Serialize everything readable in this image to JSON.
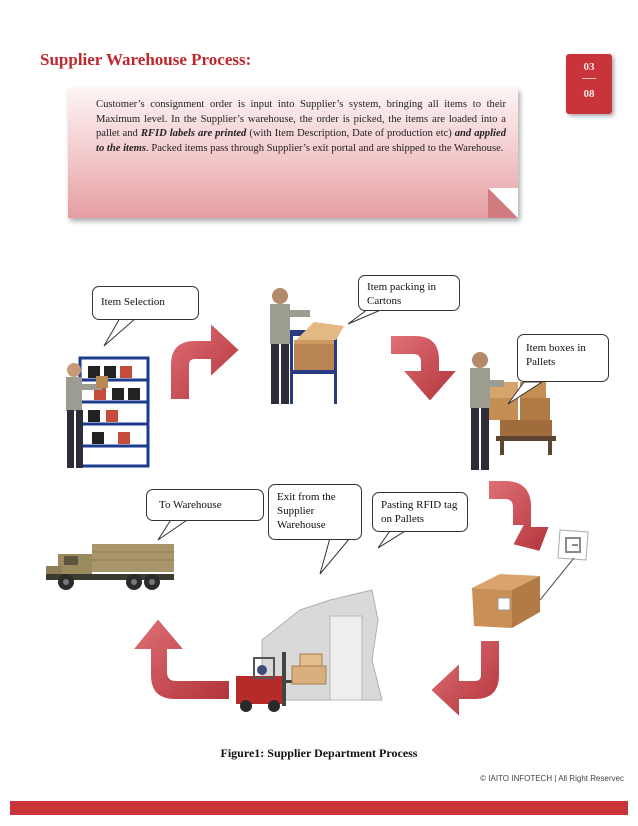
{
  "header": {
    "title": "Supplier Warehouse Process:",
    "page_current": "03",
    "page_total": "08"
  },
  "note": {
    "text_plain_1": "Customer’s consignment order is input into Supplier’s system, bringing all items to their Maximum level. In the Supplier’s warehouse, the order is picked, the items are loaded into a pallet and ",
    "text_emph_1": "RFID labels are printed",
    "text_plain_2": " (with Item Description, Date of production etc) ",
    "text_emph_2": "and applied to the items",
    "text_plain_3": ". Packed items pass through Supplier’s exit portal and are shipped to the Warehouse."
  },
  "steps": {
    "item_selection": "Item Selection",
    "item_packing": "Item packing in Cartons",
    "item_boxes": "Item boxes in Pallets",
    "pasting_rfid": "Pasting RFID tag on Pallets",
    "exit_supplier": "Exit from the Supplier Warehouse",
    "to_warehouse": "To Warehouse"
  },
  "figure": {
    "caption": "Figure1: Supplier Department Process"
  },
  "footer": {
    "copyright": "© IAITO INFOTECH | All Right Reservec"
  },
  "colors": {
    "accent": "#c9343a",
    "arrow_red": "#c8434a"
  }
}
